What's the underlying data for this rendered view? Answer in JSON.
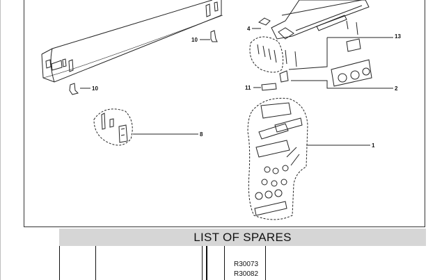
{
  "diagram": {
    "callouts": [
      "1",
      "2",
      "4",
      "8",
      "10",
      "10",
      "11",
      "13"
    ]
  },
  "spares": {
    "title": "LIST OF SPARES",
    "part_numbers": [
      "R30073",
      "R30082"
    ]
  }
}
